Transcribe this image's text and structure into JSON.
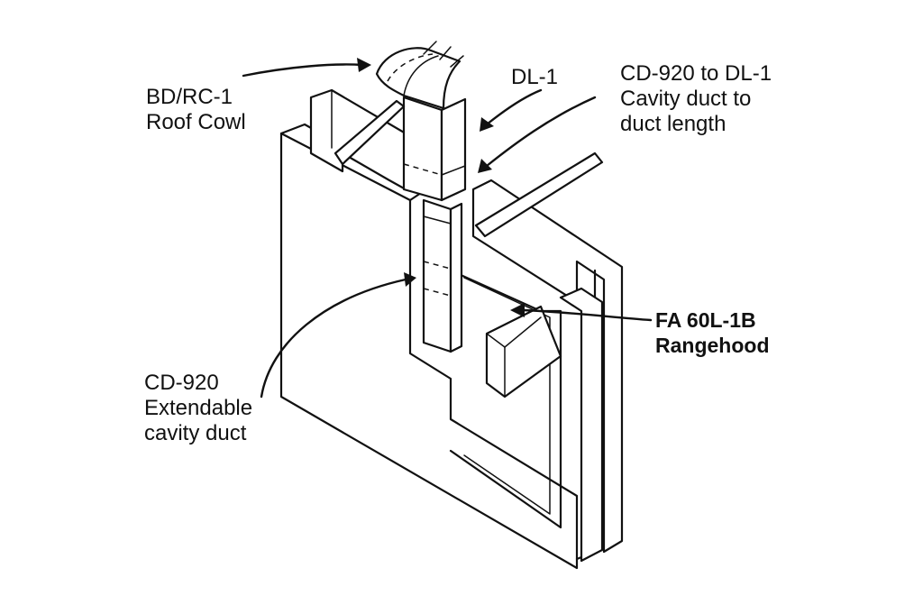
{
  "labels": {
    "roof_cowl": [
      "BD/RC-1",
      "Roof Cowl"
    ],
    "dl1": "DL-1",
    "cavity_to_duct": [
      "CD-920 to DL-1",
      "Cavity duct to",
      "duct length"
    ],
    "rangehood": [
      "FA 60L-1B",
      "Rangehood"
    ],
    "extendable_duct": [
      "CD-920",
      "Extendable",
      "cavity duct"
    ]
  }
}
